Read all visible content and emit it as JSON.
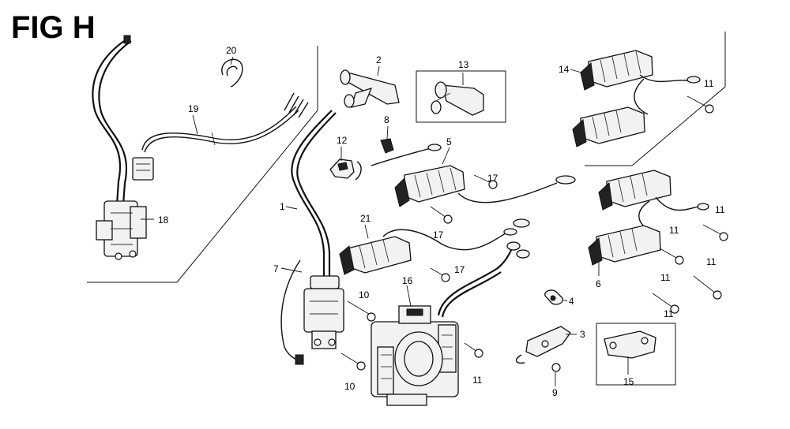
{
  "figure": {
    "title": "FIG H",
    "callouts": {
      "p1": "1",
      "p2": "2",
      "p3": "3",
      "p4": "4",
      "p5": "5",
      "p6": "6",
      "p7": "7",
      "p8": "8",
      "p9": "9",
      "p10a": "10",
      "p10b": "10",
      "p11a": "11",
      "p11b": "11",
      "p11c": "11",
      "p11d": "11",
      "p11e": "11",
      "p11f": "11",
      "p11g": "11",
      "p12": "12",
      "p13": "13",
      "p14": "14",
      "p15": "15",
      "p16": "16",
      "p17a": "17",
      "p17b": "17",
      "p17c": "17",
      "p18": "18",
      "p19": "19",
      "p20": "20",
      "p21": "21"
    }
  }
}
